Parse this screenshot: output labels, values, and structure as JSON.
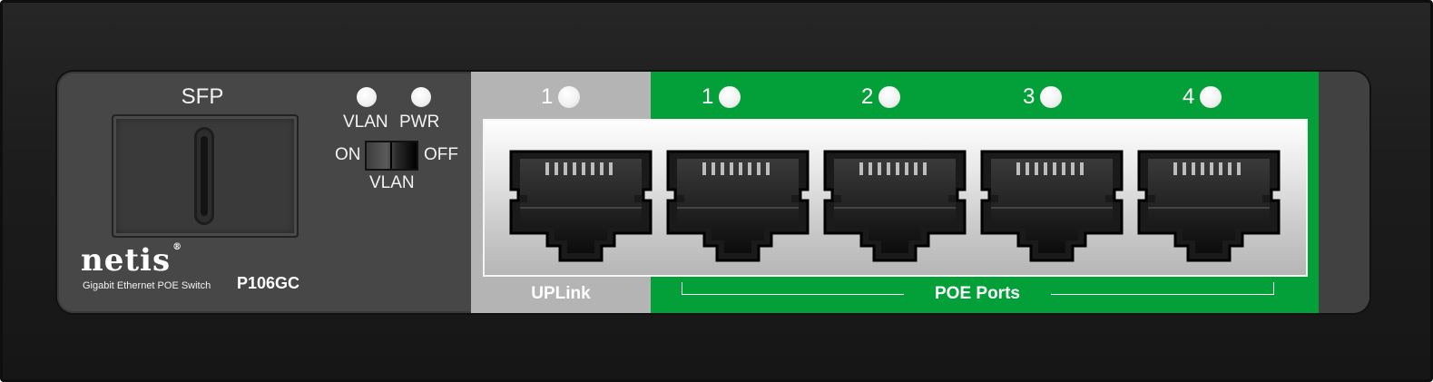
{
  "sfp": {
    "label": "SFP"
  },
  "indicators": {
    "vlan_label": "VLAN",
    "pwr_label": "PWR"
  },
  "vlan_switch": {
    "on_label": "ON",
    "off_label": "OFF",
    "name": "VLAN"
  },
  "brand": {
    "name": "netis",
    "registered": "®",
    "tagline": "Gigabit Ethernet POE Switch",
    "model": "P106GC"
  },
  "ports": {
    "uplink": {
      "number": "1",
      "label": "UPLink"
    },
    "poe": [
      {
        "number": "1"
      },
      {
        "number": "2"
      },
      {
        "number": "3"
      },
      {
        "number": "4"
      }
    ],
    "poe_label": "POE Ports"
  },
  "colors": {
    "poe_green": "#03a03a",
    "uplink_gray": "#b4b4b4",
    "chassis": "#1e1e1e",
    "faceplate": "#474747"
  }
}
